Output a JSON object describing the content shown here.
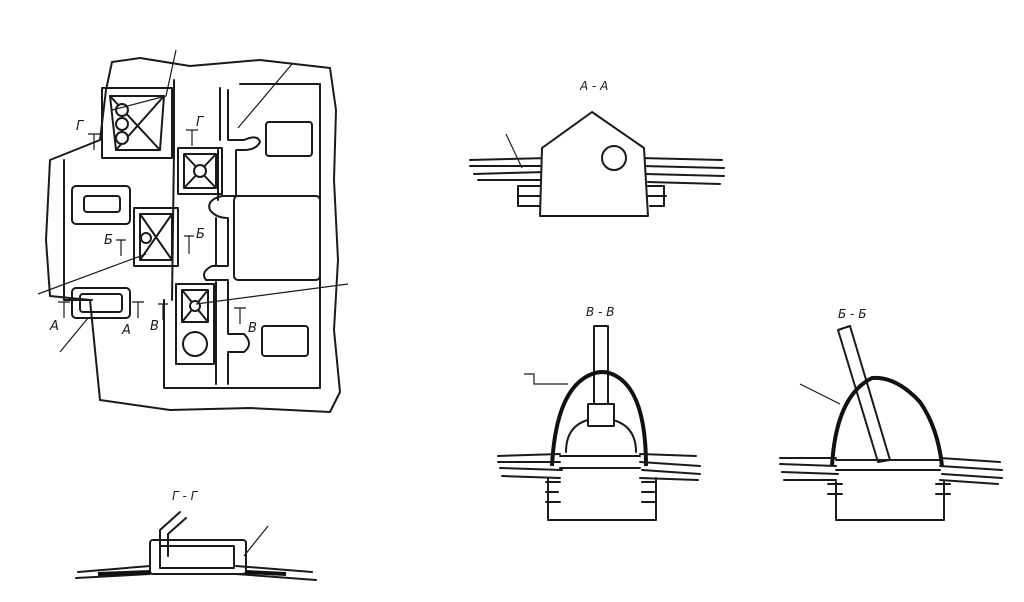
{
  "drawing": {
    "plan_view": {
      "section_markers": [
        "Г",
        "Г",
        "Б",
        "Б",
        "А",
        "А",
        "В",
        "В"
      ]
    },
    "sections": {
      "aa": "А - А",
      "vv": "В - В",
      "bb": "Б - Б",
      "gg": "Г - Г"
    }
  },
  "colors": {
    "ink": "#1a1a1a",
    "paper": "#ffffff"
  }
}
